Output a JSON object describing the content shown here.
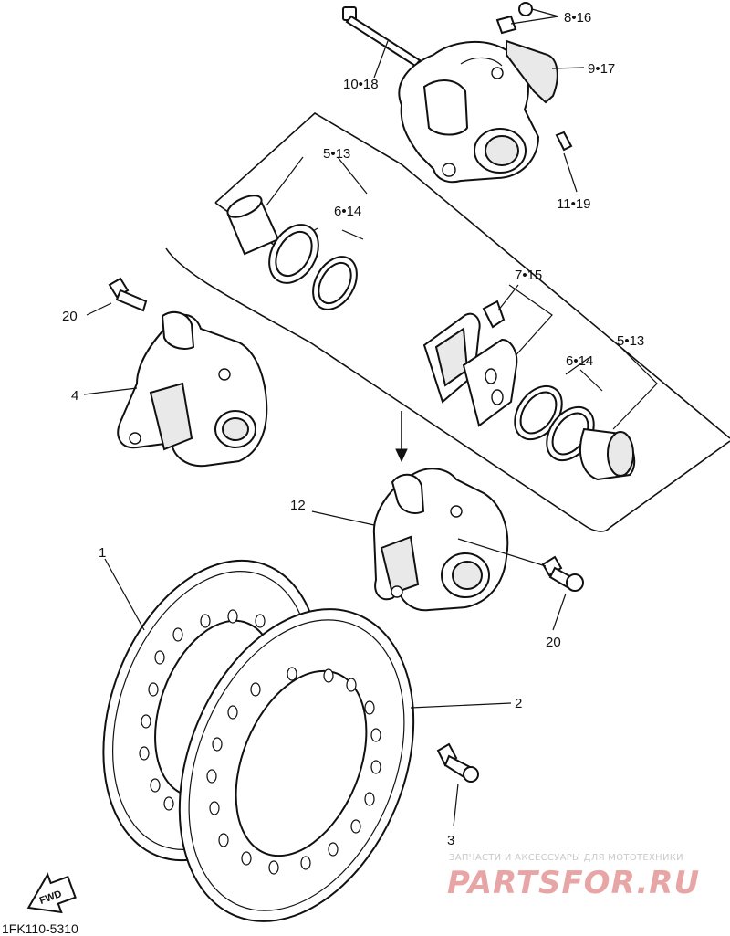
{
  "callouts": {
    "c8_16": "8•16",
    "c9_17": "9•17",
    "c10_18": "10•18",
    "c11_19": "11•19",
    "c5_13_top": "5•13",
    "c6_14_top": "6•14",
    "c20_left": "20",
    "c4": "4",
    "c7_15": "7•15",
    "c6_14_right": "6•14",
    "c5_13_right": "5•13",
    "c12": "12",
    "c1": "1",
    "c2": "2",
    "c20_right": "20",
    "c3": "3"
  },
  "fwd_label": "FWD",
  "diagram_code": "1FK110-5310",
  "watermark": {
    "caption": "ЗАПЧАСТИ И АКСЕССУАРЫ ДЛЯ МОТОТЕХНИКИ",
    "brand": "PARTSFOR.RU"
  }
}
